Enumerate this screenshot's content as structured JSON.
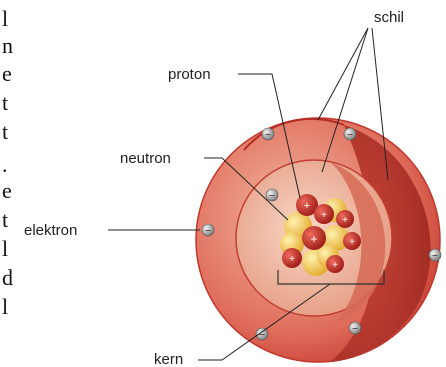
{
  "text_strip": {
    "chars": [
      "l",
      "n",
      "e",
      "t",
      "t",
      ".",
      "e",
      "t",
      "l",
      "d",
      "l"
    ]
  },
  "labels": {
    "schil": "schil",
    "proton": "proton",
    "neutron": "neutron",
    "elektron": "elektron",
    "kern": "kern"
  },
  "electron_sign": "−",
  "proton_sign": "+",
  "colors": {
    "outer_shell": "#d9584a",
    "inner_shell": "#e89a7a",
    "cut_face": "#b83a2f",
    "proton": "#c42a20",
    "neutron": "#f2c84b",
    "electron": "#8a8a8a",
    "leader_line": "#222222"
  }
}
